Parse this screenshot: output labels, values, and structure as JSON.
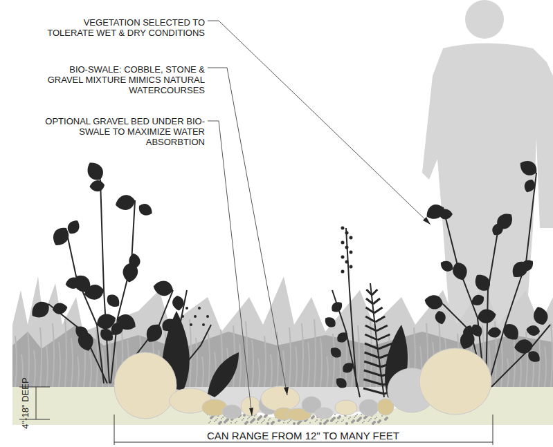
{
  "diagram": {
    "labels": [
      "VEGETATION SELECTED TO TOLERATE WET & DRY CONDITIONS",
      "BIO-SWALE: COBBLE, STONE & GRAVEL MIXTURE MIMICS NATURAL WATERCOURSES",
      "OPTIONAL GRAVEL BED UNDER BIO-SWALE TO MAXIMIZE WATER ABSORBTION",
      "4\"-18\" DEEP",
      "CAN RANGE FROM 12\" TO MANY FEET"
    ]
  }
}
